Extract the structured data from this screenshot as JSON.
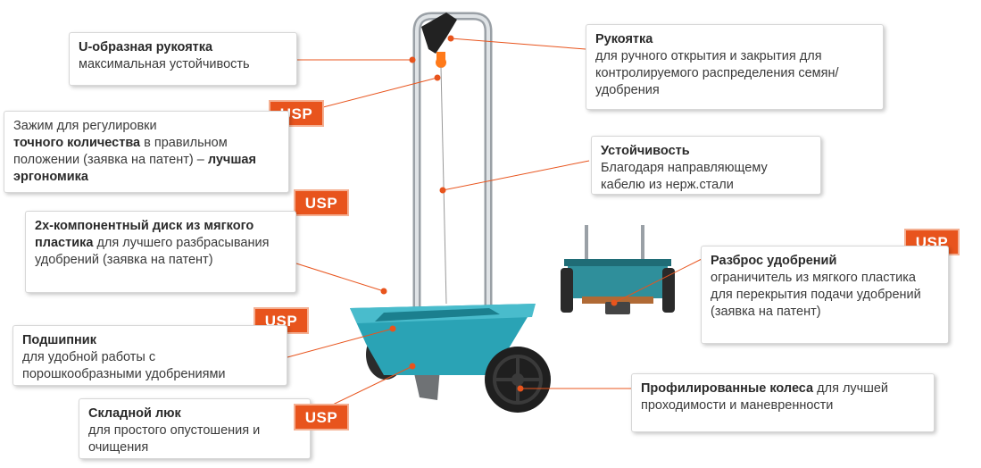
{
  "usp_label": "USP",
  "callouts": {
    "u_handle": {
      "bold": "U-образная рукоятка",
      "text": "максимальная устойчивость"
    },
    "handle": {
      "bold": "Рукоятка",
      "text": "для ручного открытия и закрытия для контролируемого распределения семян/удобрения"
    },
    "clamp": {
      "pre": "Зажим для регулировки",
      "bold1": "точного количества",
      "mid": "в правильном положении (заявка на патент) –",
      "bold2": "лучшая эргономика"
    },
    "stability": {
      "bold": "Устойчивость",
      "text": "Благодаря направляющему кабелю из нерж.стали"
    },
    "disc": {
      "bold": "2х-компонентный диск из мягкого пластика",
      "text": "для лучшего разбрасывания удобрений (заявка на патент)"
    },
    "spread": {
      "bold": "Разброс удобрений",
      "text": "ограничитель из мягкого пластика для перекрытия подачи удобрений (заявка на патент)"
    },
    "bearing": {
      "bold": "Подшипник",
      "text": "для удобной работы с порошкообразными удобрениями"
    },
    "wheels": {
      "bold": "Профилированные колеса",
      "text": "для лучшей проходимости и маневренности"
    },
    "hatch": {
      "bold": "Складной люк",
      "text": "для простого опустошения и очищения"
    }
  },
  "colors": {
    "usp": "#e8541d",
    "hopper": "#2aa3b5",
    "leader": "#e8541d",
    "frame": "#b8bcc0"
  }
}
